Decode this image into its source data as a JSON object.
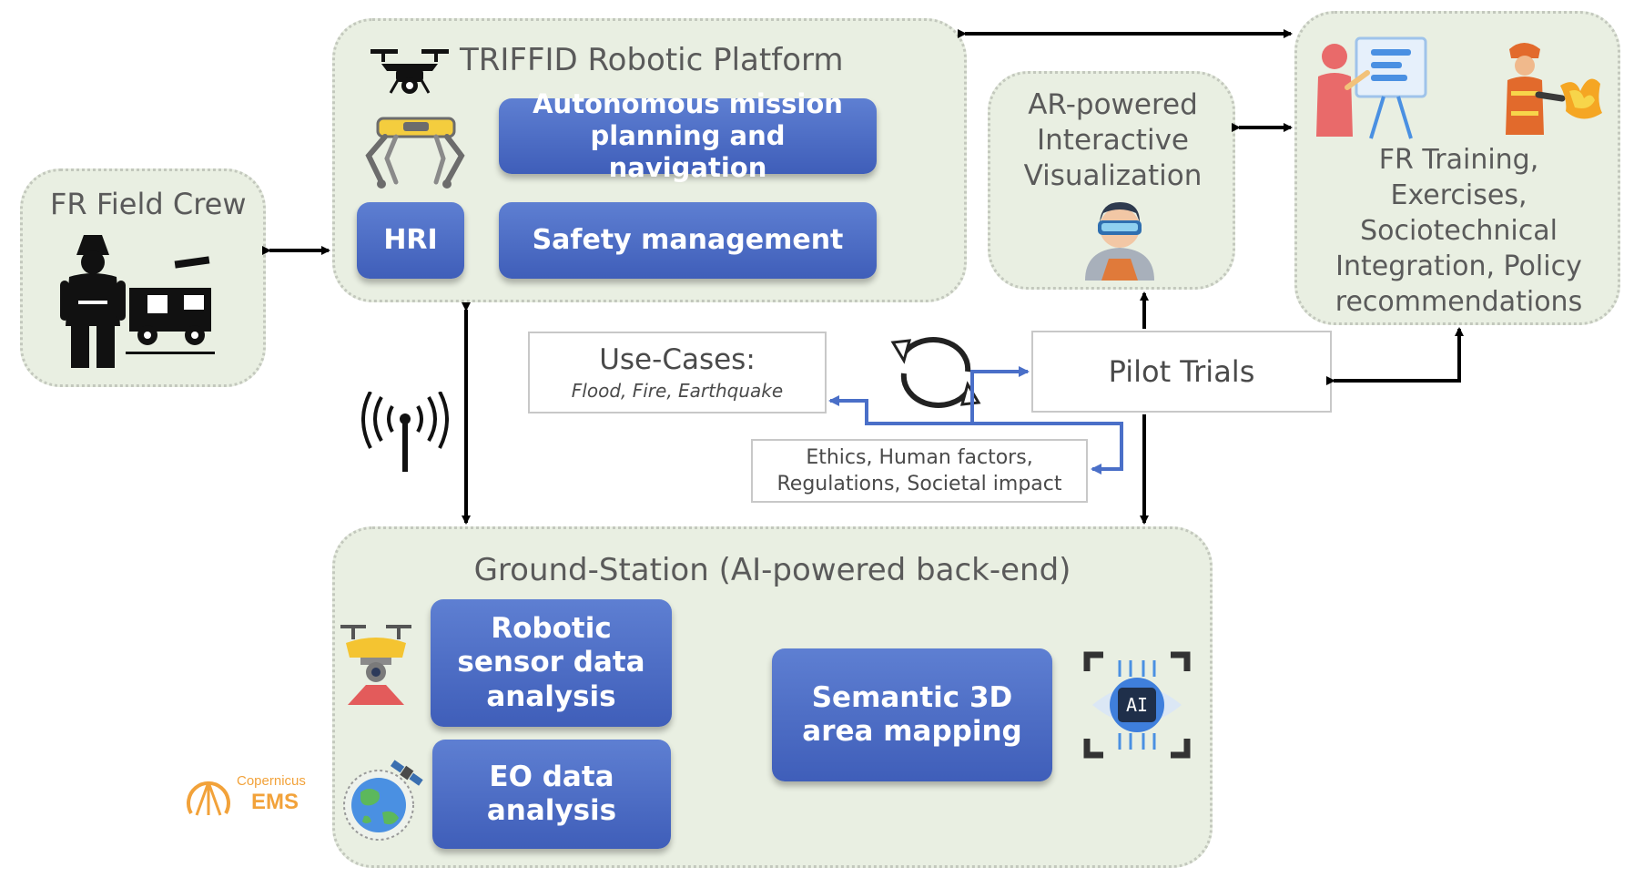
{
  "platform": {
    "title": "TRIFFID Robotic Platform",
    "mission_planning": "Autonomous mission planning and navigation",
    "hri": "HRI",
    "safety": "Safety management"
  },
  "field_crew": {
    "title": "FR Field Crew"
  },
  "ar": {
    "title": "AR-powered Interactive Visualization"
  },
  "training": {
    "title": "FR Training, Exercises, Sociotechnical Integration, Policy recommendations"
  },
  "use_cases": {
    "title": "Use-Cases:",
    "subtitle": "Flood, Fire, Earthquake"
  },
  "pilot_trials": {
    "label": "Pilot Trials"
  },
  "ethics": {
    "label": "Ethics, Human factors, Regulations, Societal impact"
  },
  "ground_station": {
    "title": "Ground-Station (AI-powered back-end)",
    "robotic_sensor": "Robotic sensor data analysis",
    "eo": "EO data analysis",
    "semantic": "Semantic 3D area mapping"
  },
  "copernicus": {
    "line1": "Copernicus",
    "line2": "EMS"
  },
  "ai_chip": {
    "label": "AI"
  },
  "colors": {
    "panel": "#e9efe2",
    "button": "#4a69c4",
    "flow_arrow": "#4a6fc8",
    "arrow": "#000000"
  }
}
